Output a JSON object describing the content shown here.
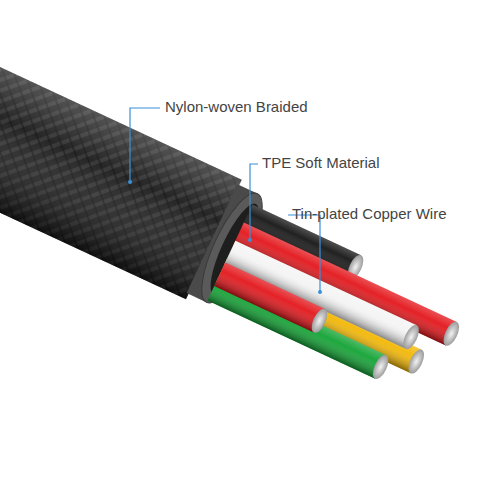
{
  "diagram": {
    "labels": [
      "Nylon-woven Braided",
      "TPE Soft Material",
      "Tin-plated Copper Wire"
    ]
  }
}
